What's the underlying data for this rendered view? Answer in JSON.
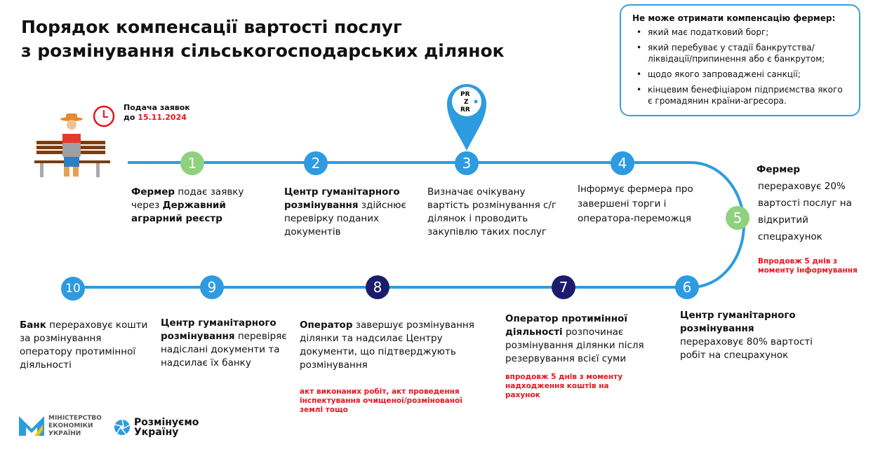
{
  "title": [
    "Порядок компенсації вартості послуг",
    "з розмінування сільськогосподарських ділянок"
  ],
  "restriction": {
    "heading": "Не може отримати компенсацію фермер:",
    "items": [
      "який має податковий борг;",
      "який перебуває у стадії банкрутства/ ліквідації/припинення або є банкрутом;",
      "щодо якого запроваджені санкції;",
      "кінцевим бенефіціаром підприємства якого є громадянин країни-агресора."
    ]
  },
  "deadline": {
    "label": "Подача заявок",
    "prefix": "до",
    "date": "15.11.2024"
  },
  "pin": {
    "logo": "PR Z RR"
  },
  "steps": [
    {
      "n": "1",
      "bold": "Фермер",
      "text": " подає заявку через ",
      "bold2": "Державний аграрний реєстр"
    },
    {
      "n": "2",
      "bold": "Центр гуманітарного розмінування",
      "text": " здійснює перевірку поданих документів"
    },
    {
      "n": "3",
      "text": "Визначає очікувану вартість розмінування с/г ділянок і проводить закупівлю таких послуг"
    },
    {
      "n": "4",
      "text": "Інформує фермера про завершені торги і оператора-переможця"
    },
    {
      "n": "5",
      "bold": "Фермер",
      "text": "перераховує 20% вартості послуг на відкритий спецрахунок",
      "note": "Впродовж 5 днів з моменту інформування"
    },
    {
      "n": "6",
      "bold": "Центр гуманітарного розмінування",
      "text": "перераховує 80% вартості робіт на спецрахунок"
    },
    {
      "n": "7",
      "bold": "Оператор протимінної діяльності",
      "text": " розпочинає розмінування ділянки після резервування всієї суми",
      "note": "впродовж 5 днів з моменту надходження коштів на рахунок"
    },
    {
      "n": "8",
      "bold": "Оператор",
      "text": " завершує розмінування ділянки та надсилає Центру документи, що підтверджують розмінування",
      "note": "акт виконаних робіт, акт проведення інспектування очищеної/розмінованої землі тощо"
    },
    {
      "n": "9",
      "bold": "Центр гуманітарного розмінування",
      "text": " перевіряє надіслані документи та надсилає їх банку"
    },
    {
      "n": "10",
      "bold": "Банк",
      "text": " перераховує кошти за розмінування оператору протимінної діяльності"
    }
  ],
  "logos": {
    "ministry": [
      "МІНІСТЕРСТВО",
      "ЕКОНОМІКИ",
      "УКРАЇНИ"
    ],
    "demining": [
      "Розмінуємо",
      "Україну"
    ]
  },
  "colors": {
    "blue": "#2e9be0",
    "green": "#8fd17e",
    "navy": "#1b1d6b",
    "red": "#e8141e"
  }
}
